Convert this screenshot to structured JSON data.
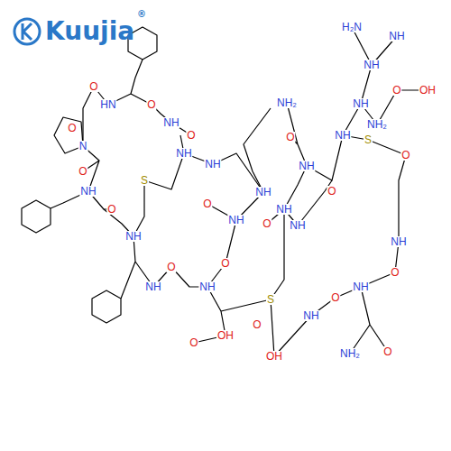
{
  "diagram": {
    "labels": [
      "Kuujia",
      "®",
      "O",
      "HN",
      "O",
      "N",
      "O",
      "NH",
      "O",
      "NH",
      "O",
      "NH",
      "NH",
      "S",
      "O",
      "NH",
      "O",
      "NH",
      "NH",
      "NH₂",
      "O",
      "NH",
      "O",
      "NH",
      "O",
      "NH",
      "O",
      "S",
      "NH",
      "OH",
      "O",
      "OH",
      "O",
      "NH",
      "O",
      "NH",
      "NH₂",
      "O",
      "O",
      "NH",
      "S",
      "O",
      "NH",
      "NH",
      "NH₂",
      "O",
      "OH",
      "NH",
      "H₂N",
      "NH",
      "O",
      "NH"
    ]
  }
}
